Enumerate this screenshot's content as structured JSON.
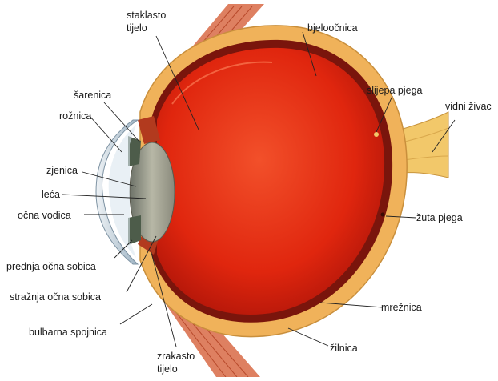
{
  "labels": {
    "staklasto": "staklasto",
    "tijelo_top": "tijelo",
    "bjeloocnica": "bjeloočnica",
    "sarenica": "šarenica",
    "roznica": "rožnica",
    "slijepa_pjega": "slijepa pjega",
    "vidni_zivac": "vidni živac",
    "zjenica": "zjenica",
    "leca": "leća",
    "ocna_vodica": "očna vodica",
    "zuta_pjega": "žuta pjega",
    "prednja_ocna_sobica": "prednja očna sobica",
    "straznja_ocna_sobica": "stražnja očna sobica",
    "mreznica": "mrežnica",
    "bulbarna_spojnica": "bulbarna spojnica",
    "zilnica": "žilnica",
    "zrakasto": "zrakasto",
    "tijelo_bottom": "tijelo"
  },
  "colors": {
    "vitreous": "#e8280f",
    "sclera": "#f0b25a",
    "choroid": "#8a1a10",
    "muscle": "#d85a3a",
    "nerve": "#f2c86a",
    "cornea": "#cfd8e0",
    "lens": "#9a9a8a"
  }
}
